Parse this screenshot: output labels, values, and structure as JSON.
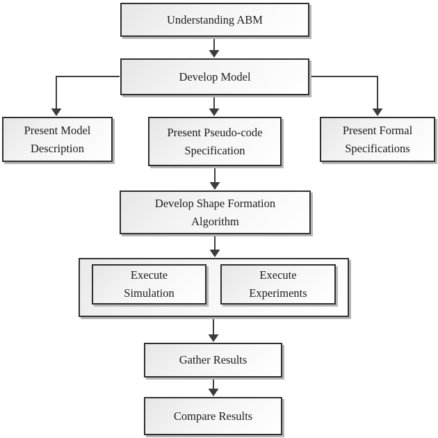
{
  "diagram": {
    "type": "flowchart",
    "background_color": "#ffffff",
    "colors": {
      "box_border": "#2f2f2f",
      "box_fill_top": "#e6e6e6",
      "box_fill_bottom": "#ffffff",
      "box_shadow": "#b6b6b6",
      "arrow": "#3c3c3c",
      "text": "#1c1c1c"
    },
    "nodes": {
      "understanding_abm": {
        "label": "Understanding ABM"
      },
      "develop_model": {
        "label": "Develop Model"
      },
      "present_model_description": {
        "label": "Present Model Description"
      },
      "present_pseudo_code_specification": {
        "label": "Present Pseudo-code Specification"
      },
      "present_formal_specifications": {
        "label": "Present Formal Specifications"
      },
      "develop_shape_formation_algorithm": {
        "label": "Develop Shape Formation Algorithm"
      },
      "execution_group": {
        "label": "",
        "children": [
          "execute_simulation",
          "execute_experiments"
        ]
      },
      "execute_simulation": {
        "label": "Execute Simulation"
      },
      "execute_experiments": {
        "label": "Execute Experiments"
      },
      "gather_results": {
        "label": "Gather Results"
      },
      "compare_results": {
        "label": "Compare Results"
      }
    },
    "edges": [
      {
        "from": "understanding_abm",
        "to": "develop_model"
      },
      {
        "from": "develop_model",
        "to": "present_model_description"
      },
      {
        "from": "develop_model",
        "to": "present_pseudo_code_specification"
      },
      {
        "from": "develop_model",
        "to": "present_formal_specifications"
      },
      {
        "from": "present_pseudo_code_specification",
        "to": "develop_shape_formation_algorithm"
      },
      {
        "from": "develop_shape_formation_algorithm",
        "to": "execution_group"
      },
      {
        "from": "execution_group",
        "to": "gather_results"
      },
      {
        "from": "gather_results",
        "to": "compare_results"
      }
    ]
  }
}
